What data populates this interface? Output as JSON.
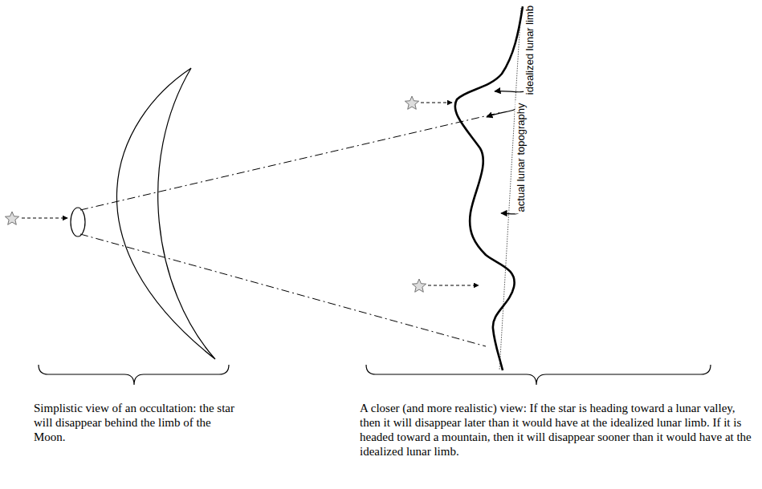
{
  "diagram": {
    "labels": [
      "idealized lunar limb",
      "actual lunar topography",
      "Simplistic view of an occultation: the star will disappear behind the limb of the Moon.",
      "A closer (and more realistic) view: If the star is heading toward a lunar valley, then it will disappear later than it would have at the idealized lunar limb. If it is headed toward a mountain, then it will disappear sooner than it would have at the idealized lunar limb."
    ]
  }
}
